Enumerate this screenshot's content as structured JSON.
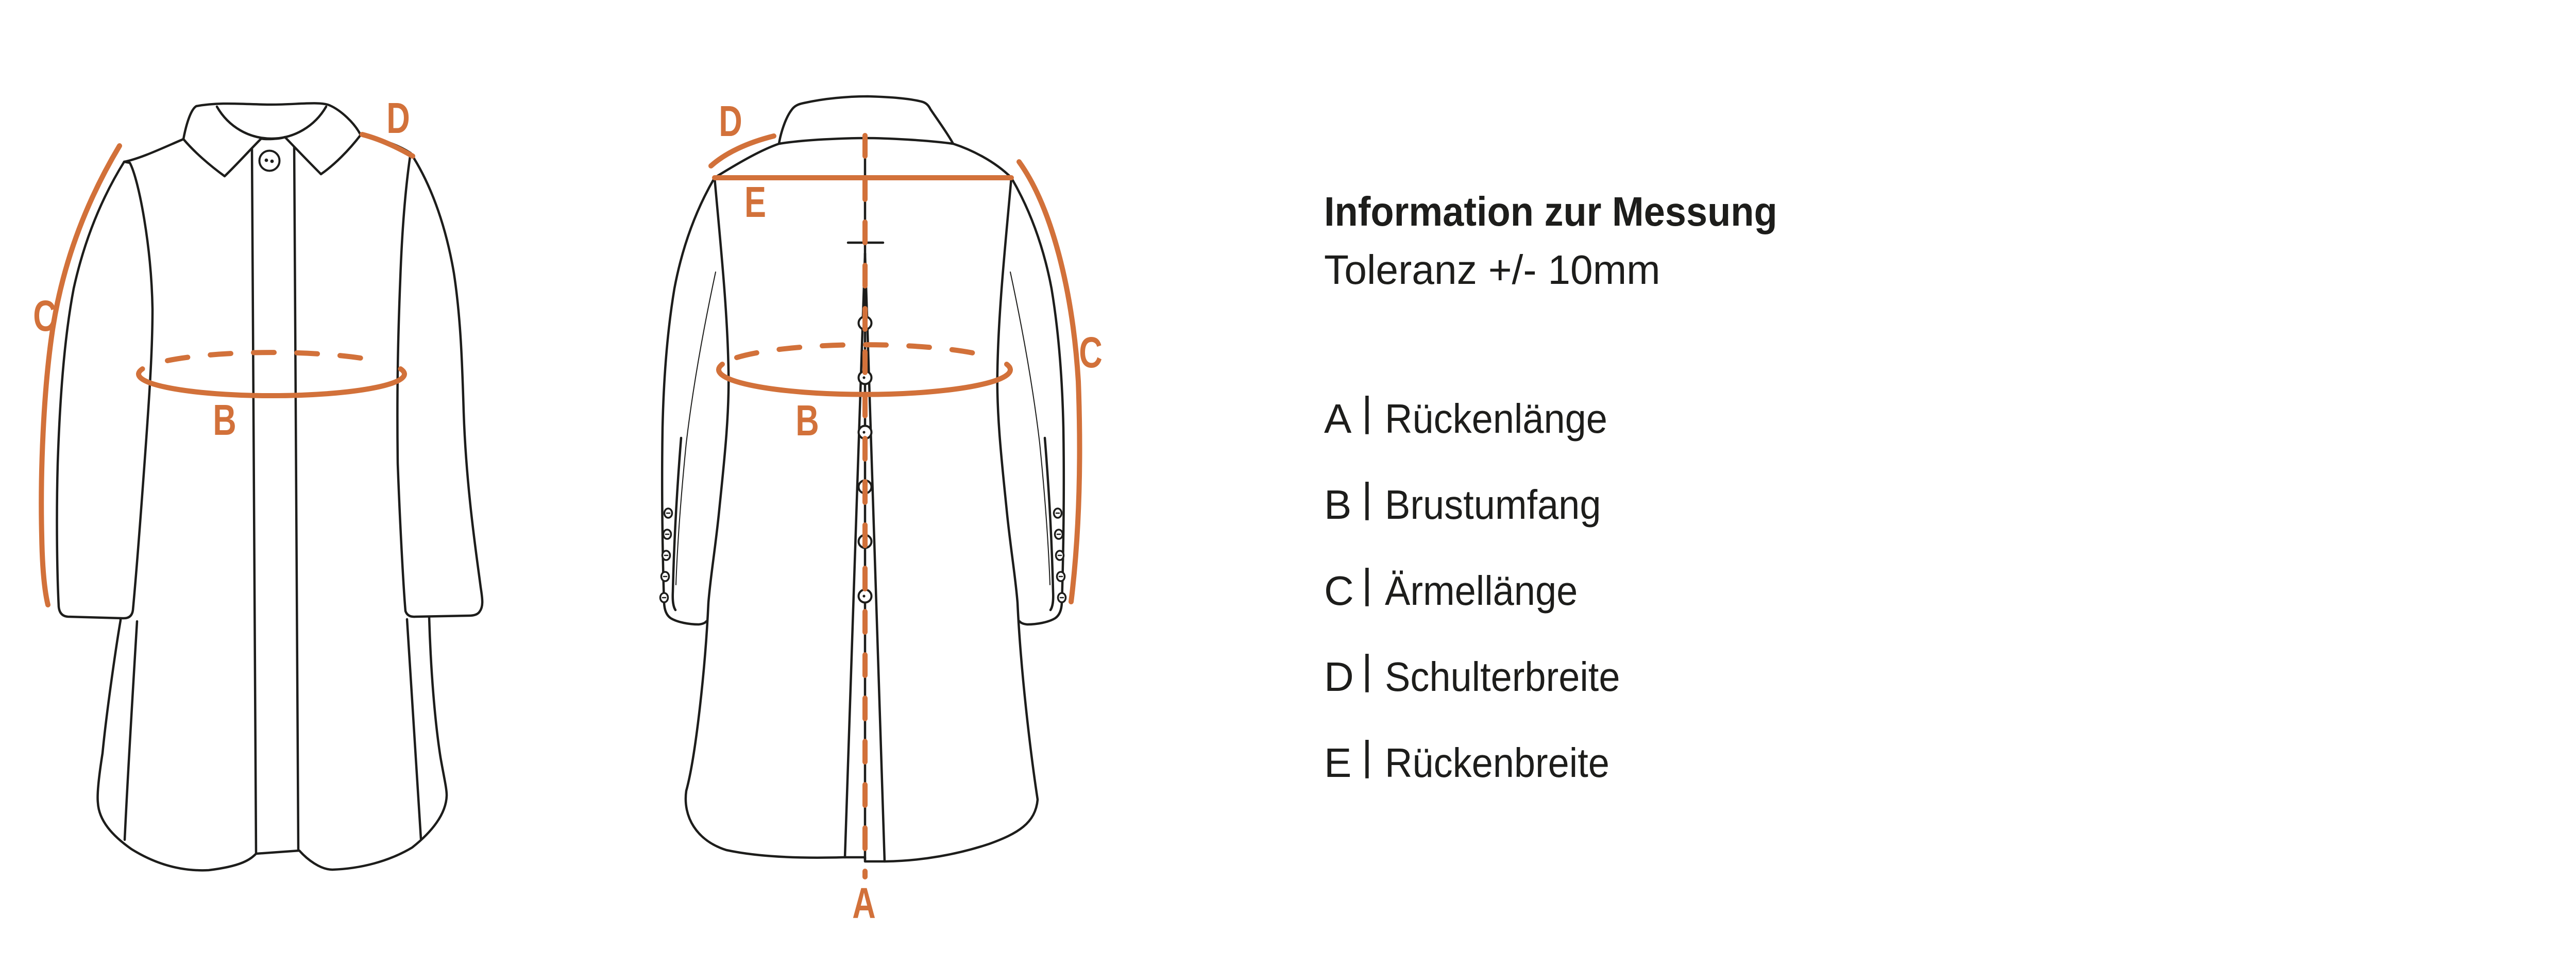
{
  "info": {
    "title": "Information zur Messung",
    "subtitle": "Toleranz +/- 10mm"
  },
  "separator": "|",
  "legend": [
    {
      "letter": "A",
      "name": "Rückenlänge"
    },
    {
      "letter": "B",
      "name": "Brustumfang"
    },
    {
      "letter": "C",
      "name": "Ärmellänge"
    },
    {
      "letter": "D",
      "name": "Schulterbreite"
    },
    {
      "letter": "E",
      "name": "Rückenbreite"
    }
  ],
  "annotations": {
    "front": {
      "b": "B",
      "c": "C",
      "d": "D"
    },
    "back": {
      "a": "A",
      "b": "B",
      "c": "C",
      "d": "D",
      "e": "E"
    }
  },
  "colors": {
    "accent": "#d2713a",
    "ink": "#1d1d1b",
    "background": "#ffffff"
  }
}
